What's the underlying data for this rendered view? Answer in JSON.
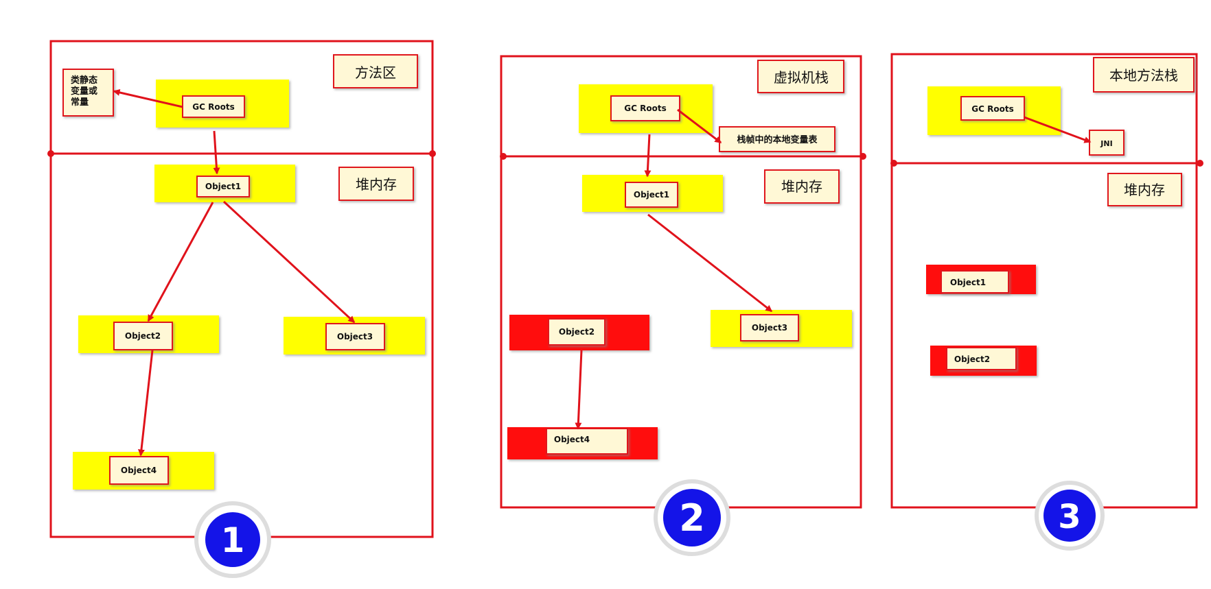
{
  "colors": {
    "frame_red": "#e0121b",
    "node_yellow": "#ffff00",
    "node_red_bg": "#ff1010",
    "label_fill": "#fff8d6",
    "badge_blue": "#1414e8",
    "badge_ring": "#dddddd"
  },
  "panels": [
    {
      "badge": "1",
      "region_top_label": "方法区",
      "region_bottom_label": "堆内存",
      "root_label": "GC Roots",
      "side_note": [
        "类静态",
        "变量或",
        "常量"
      ],
      "objects": [
        "Object1",
        "Object2",
        "Object3",
        "Object4"
      ],
      "alive": [
        true,
        true,
        true,
        true
      ]
    },
    {
      "badge": "2",
      "region_top_label": "虚拟机栈",
      "region_bottom_label": "堆内存",
      "root_label": "GC Roots",
      "side_note": "栈帧中的本地变量表",
      "objects": [
        "Object1",
        "Object2",
        "Object3",
        "Object4"
      ],
      "alive": [
        true,
        false,
        true,
        false
      ]
    },
    {
      "badge": "3",
      "region_top_label": "本地方法栈",
      "region_bottom_label": "堆内存",
      "root_label": "GC Roots",
      "side_note": "JNI",
      "objects": [
        "Object1",
        "Object2"
      ],
      "alive": [
        false,
        false
      ]
    }
  ]
}
